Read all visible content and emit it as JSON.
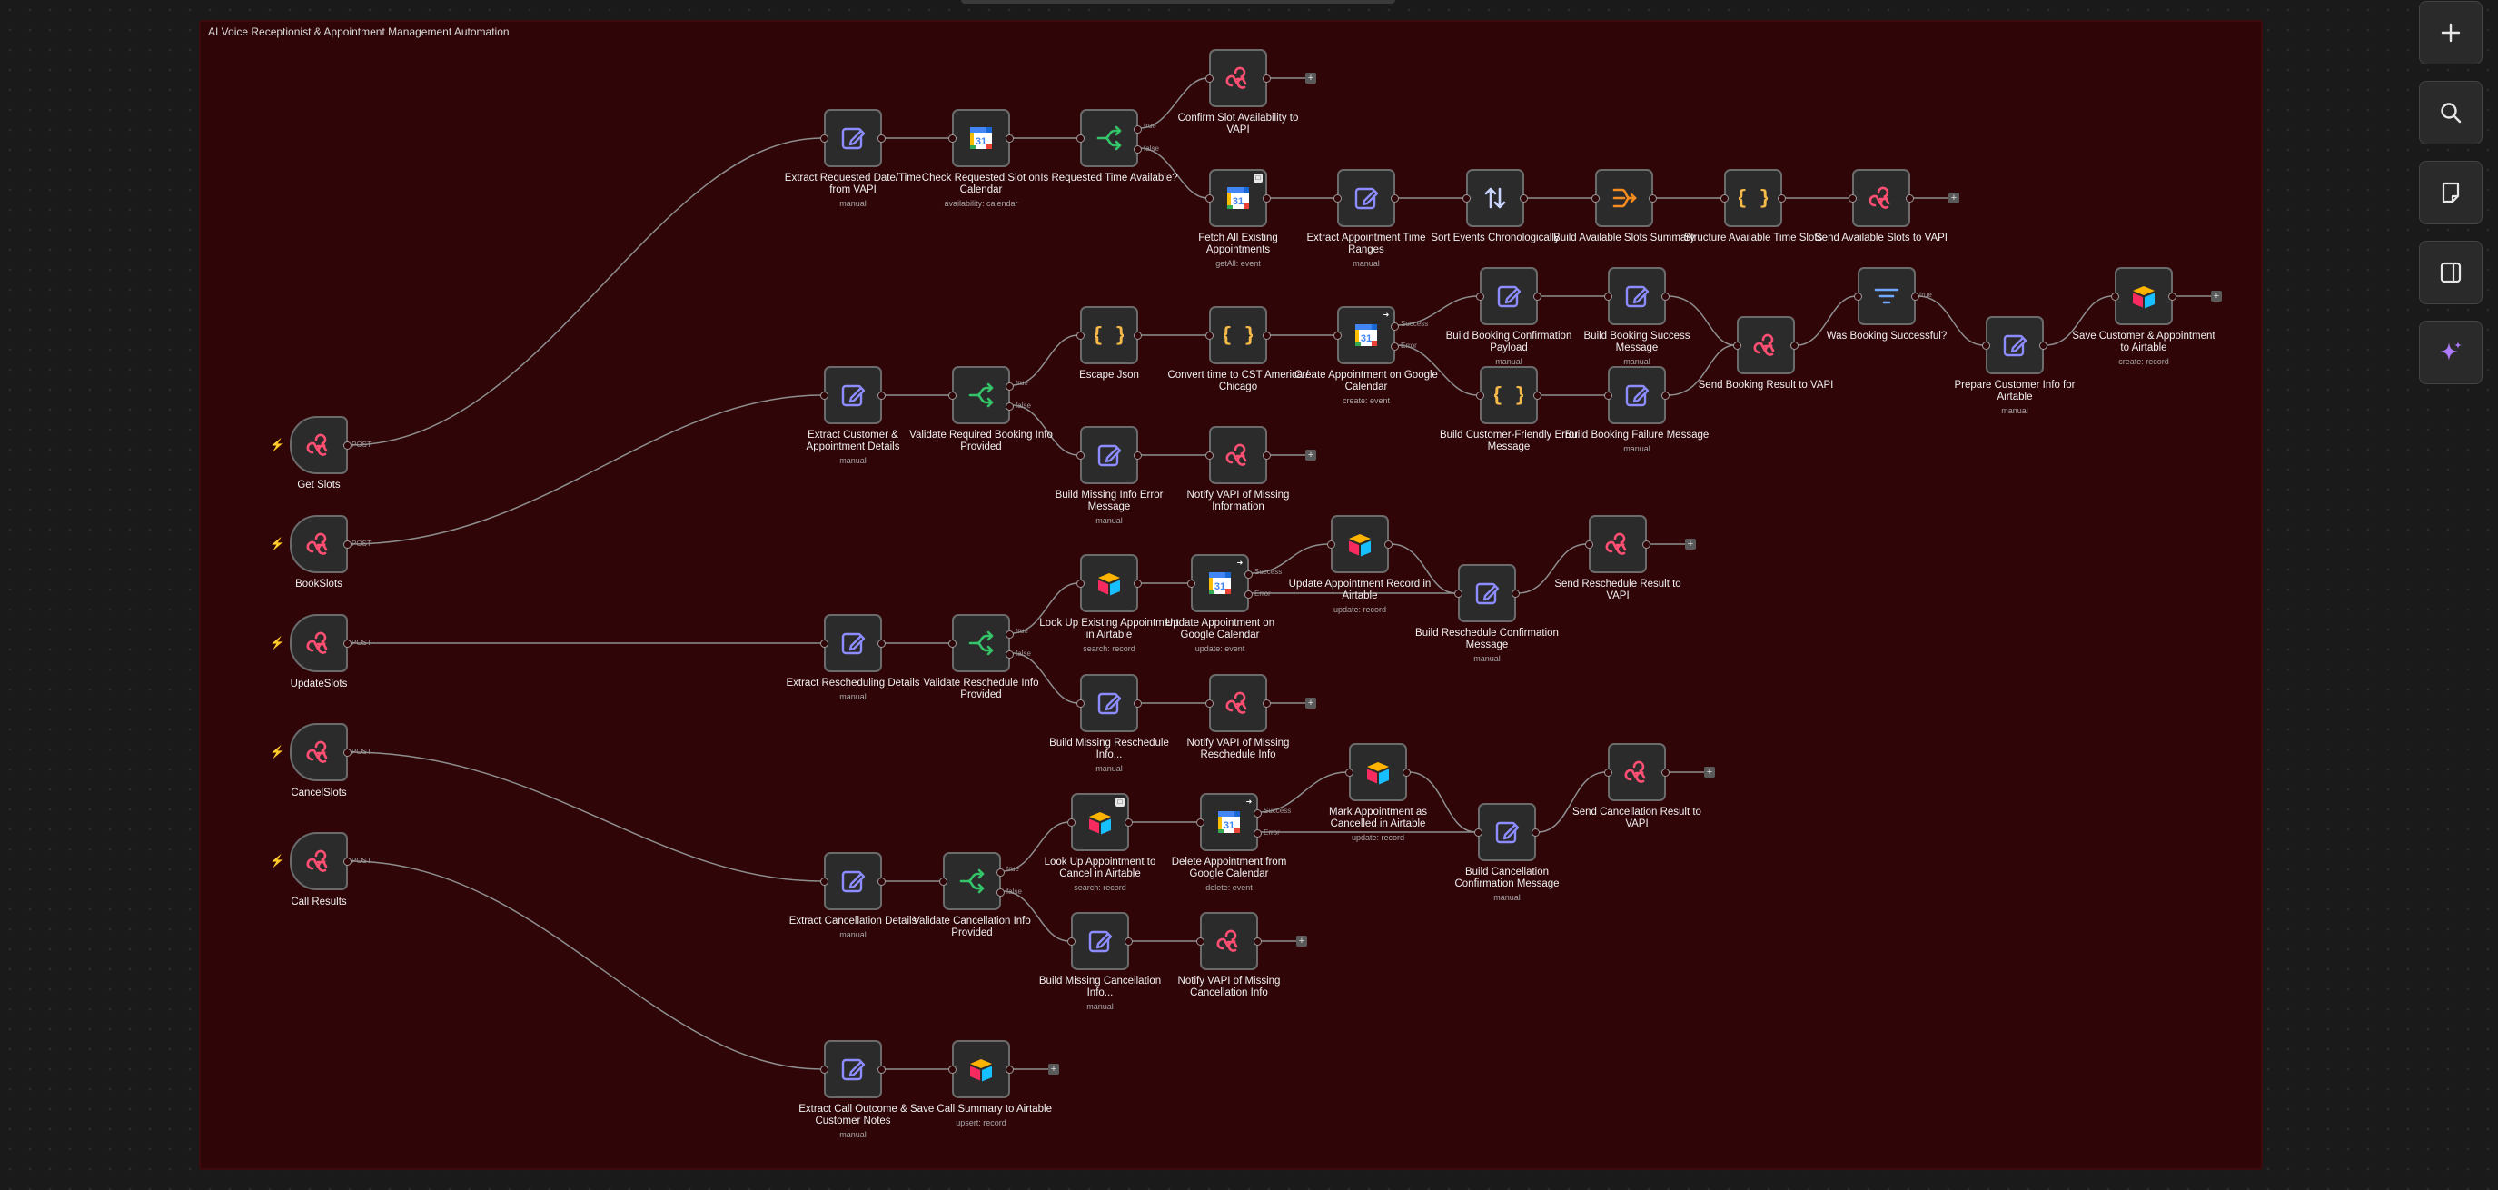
{
  "canvas": {
    "sticky_title": "AI Voice Receptionist & Appointment Management Automation"
  },
  "toolbar": {
    "add_icon": "plus-icon",
    "search_icon": "search-icon",
    "sticky_icon": "sticky-note-icon",
    "panel_icon": "panel-icon",
    "ai_icon": "sparkle-icon"
  },
  "triggers": [
    {
      "id": "get-slots",
      "label": "Get Slots",
      "method": "POST"
    },
    {
      "id": "book-slots",
      "label": "BookSlots",
      "method": "POST"
    },
    {
      "id": "update-slots",
      "label": "UpdateSlots",
      "method": "POST"
    },
    {
      "id": "cancel-slots",
      "label": "CancelSlots",
      "method": "POST"
    },
    {
      "id": "call-results",
      "label": "Call Results",
      "method": "POST"
    }
  ],
  "nodes": {
    "n1": {
      "label": "Extract Requested Date/Time from VAPI",
      "sub": "manual"
    },
    "n2": {
      "label": "Check Requested Slot on Calendar",
      "sub": "availability: calendar"
    },
    "n3": {
      "label": "Is Requested Time Available?",
      "sub": ""
    },
    "n4": {
      "label": "Confirm Slot Availability to VAPI",
      "sub": ""
    },
    "n5": {
      "label": "Fetch All Existing Appointments",
      "sub": "getAll: event"
    },
    "n6": {
      "label": "Extract Appointment Time Ranges",
      "sub": "manual"
    },
    "n7": {
      "label": "Sort Events Chronologically",
      "sub": ""
    },
    "n8": {
      "label": "Build Available Slots Summary",
      "sub": ""
    },
    "n9": {
      "label": "Structure Available Time Slots",
      "sub": ""
    },
    "n10": {
      "label": "Send Available Slots to VAPI",
      "sub": ""
    },
    "b1": {
      "label": "Extract Customer & Appointment Details",
      "sub": "manual"
    },
    "b2": {
      "label": "Validate Required Booking Info Provided",
      "sub": ""
    },
    "b3": {
      "label": "Escape Json",
      "sub": ""
    },
    "b4": {
      "label": "Convert time to CST America / Chicago",
      "sub": ""
    },
    "b5": {
      "label": "Create Appointment on Google Calendar",
      "sub": "create: event"
    },
    "b6": {
      "label": "Build Booking Confirmation Payload",
      "sub": "manual"
    },
    "b7": {
      "label": "Build Booking Success Message",
      "sub": "manual"
    },
    "b8": {
      "label": "Build Customer-Friendly Error Message",
      "sub": ""
    },
    "b9": {
      "label": "Build Booking Failure Message",
      "sub": "manual"
    },
    "b10": {
      "label": "Send Booking Result to VAPI",
      "sub": ""
    },
    "b11": {
      "label": "Was Booking Successful?",
      "sub": ""
    },
    "b12": {
      "label": "Prepare Customer Info for Airtable",
      "sub": "manual"
    },
    "b13": {
      "label": "Save Customer & Appointment to Airtable",
      "sub": "create: record"
    },
    "b14": {
      "label": "Build Missing Info Error Message",
      "sub": "manual"
    },
    "b15": {
      "label": "Notify VAPI of Missing Information",
      "sub": ""
    },
    "u1": {
      "label": "Extract Rescheduling Details",
      "sub": "manual"
    },
    "u2": {
      "label": "Validate Reschedule Info Provided",
      "sub": ""
    },
    "u3": {
      "label": "Look Up Existing Appointment in Airtable",
      "sub": "search: record"
    },
    "u4": {
      "label": "Update Appointment on Google Calendar",
      "sub": "update: event"
    },
    "u5": {
      "label": "Update Appointment Record in Airtable",
      "sub": "update: record"
    },
    "u6": {
      "label": "Build Reschedule Confirmation Message",
      "sub": "manual"
    },
    "u7": {
      "label": "Send Reschedule Result to VAPI",
      "sub": ""
    },
    "u8": {
      "label": "Build Missing Reschedule Info...",
      "sub": "manual"
    },
    "u9": {
      "label": "Notify VAPI of Missing Reschedule Info",
      "sub": ""
    },
    "c1": {
      "label": "Extract Cancellation Details",
      "sub": "manual"
    },
    "c2": {
      "label": "Validate Cancellation Info Provided",
      "sub": ""
    },
    "c3": {
      "label": "Look Up Appointment to Cancel in Airtable",
      "sub": "search: record"
    },
    "c4": {
      "label": "Delete Appointment from Google Calendar",
      "sub": "delete: event"
    },
    "c5": {
      "label": "Mark Appointment as Cancelled in Airtable",
      "sub": "update: record"
    },
    "c6": {
      "label": "Build Cancellation Confirmation Message",
      "sub": "manual"
    },
    "c7": {
      "label": "Send Cancellation Result to VAPI",
      "sub": ""
    },
    "c8": {
      "label": "Build Missing Cancellation Info...",
      "sub": "manual"
    },
    "c9": {
      "label": "Notify VAPI of Missing Cancellation Info",
      "sub": ""
    },
    "r1": {
      "label": "Extract Call Outcome & Customer Notes",
      "sub": "manual"
    },
    "r2": {
      "label": "Save Call Summary to Airtable",
      "sub": "upsert: record"
    }
  },
  "branch_labels": {
    "true": "true",
    "false": "false",
    "success": "Success",
    "error": "Error"
  }
}
